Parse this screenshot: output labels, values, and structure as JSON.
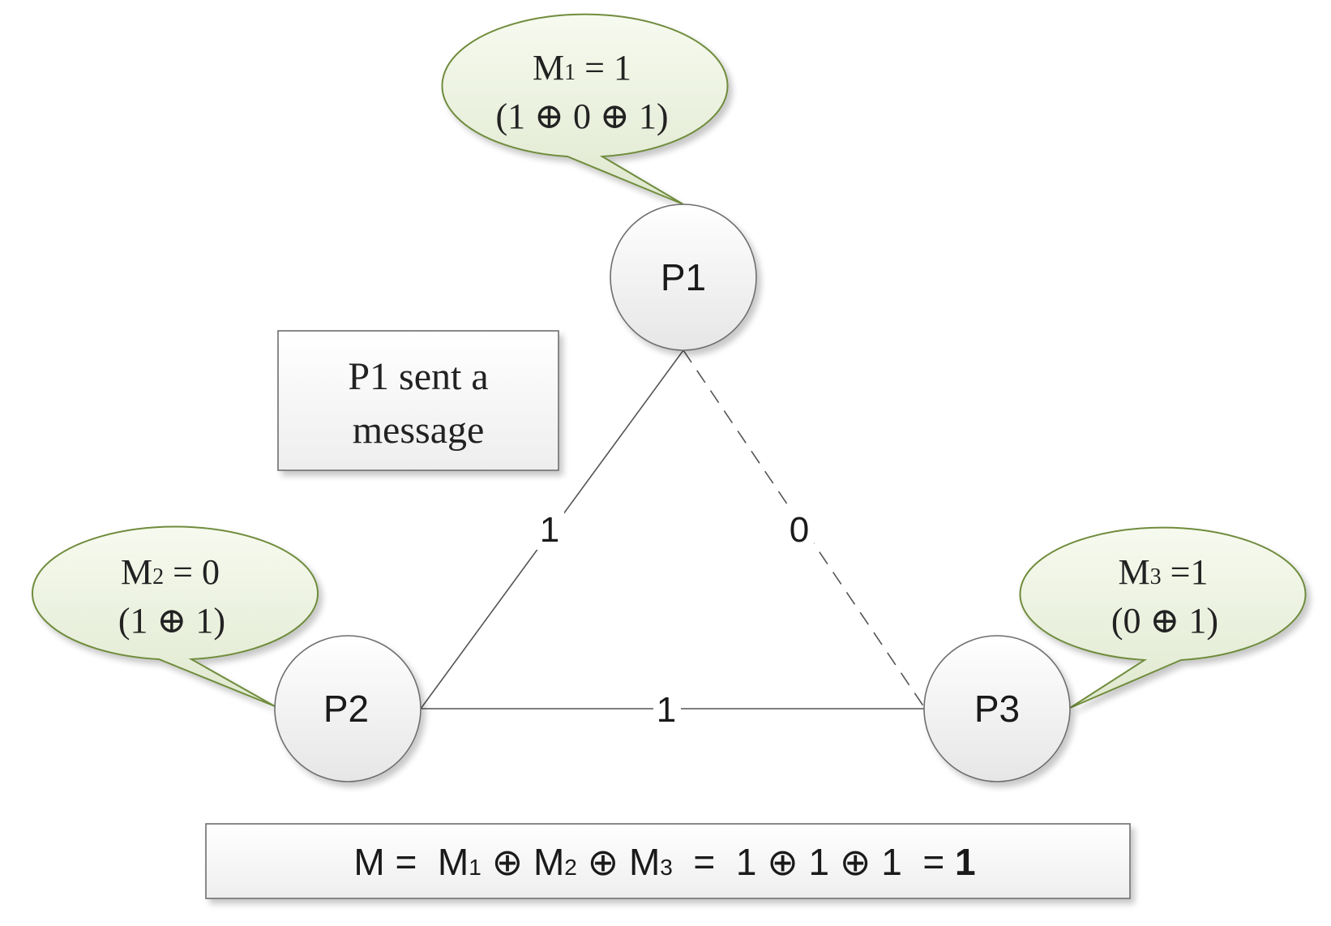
{
  "colors": {
    "node_fill_top": "#ffffff",
    "node_fill_bottom": "#e6e6e6",
    "node_stroke": "#6e6e6e",
    "bubble_fill_top": "#f7faef",
    "bubble_fill_bottom": "#dfe8cf",
    "bubble_stroke": "#6f8c3c",
    "edge_stroke": "#555555",
    "box_stroke": "#6e6e6e"
  },
  "nodes": {
    "p1": {
      "label": "P1"
    },
    "p2": {
      "label": "P2"
    },
    "p3": {
      "label": "P3"
    }
  },
  "edges": {
    "p1_p2": {
      "label": "1",
      "style": "solid"
    },
    "p1_p3": {
      "label": "0",
      "style": "dashed"
    },
    "p2_p3": {
      "label": "1",
      "style": "solid"
    }
  },
  "bubbles": {
    "p1": {
      "var": "M",
      "sub": "1",
      "eq": " = 1",
      "expr": "(1 ⊕ 0 ⊕ 1)"
    },
    "p2": {
      "var": "M",
      "sub": "2",
      "eq": " = 0",
      "expr": "(1 ⊕ 1)"
    },
    "p3": {
      "var": "M",
      "sub": "3",
      "eq": " =1",
      "expr": "(0 ⊕ 1)"
    }
  },
  "note": {
    "line1": "P1 sent a",
    "line2": "message"
  },
  "formula": {
    "lhs": "M =  ",
    "m": "M",
    "sub1": "1",
    "sub2": "2",
    "sub3": "3",
    "op": " ⊕ ",
    "rhs": "  =  1 ⊕ 1 ⊕ 1  = ",
    "result": "1"
  }
}
